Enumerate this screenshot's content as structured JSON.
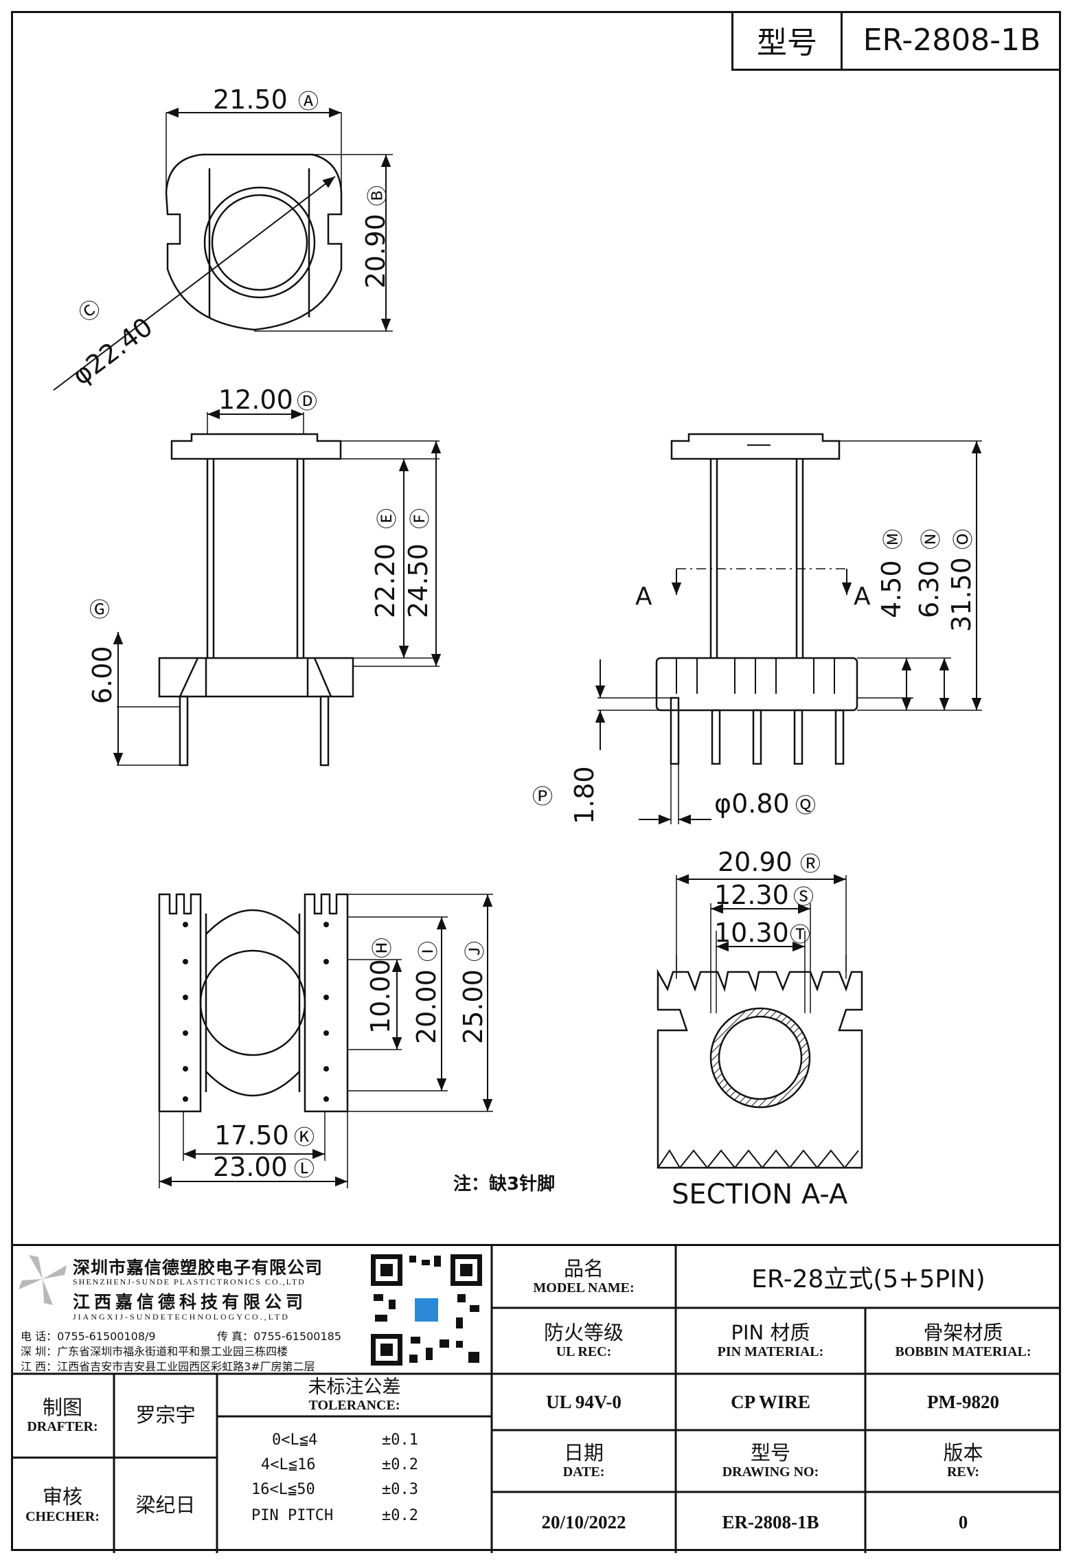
{
  "header": {
    "model_key": "型号",
    "model_value": "ER-2808-1B"
  },
  "dimensions": {
    "A": "21.50",
    "B": "20.90",
    "C": "φ22.40",
    "D": "12.00",
    "E": "22.20",
    "F": "24.50",
    "G": "6.00",
    "M": "4.50",
    "N": "6.30",
    "O": "31.50",
    "P": "1.80",
    "Q": "φ0.80",
    "R": "20.90",
    "S": "12.30",
    "T": "10.30",
    "H": "10.00",
    "I": "20.00",
    "J": "25.00",
    "K": "17.50",
    "L": "23.00"
  },
  "circled": {
    "A": "Ⓐ",
    "B": "Ⓑ",
    "C": "Ⓒ",
    "D": "Ⓓ",
    "E": "Ⓔ",
    "F": "Ⓕ",
    "G": "Ⓖ",
    "H": "Ⓗ",
    "I": "Ⓘ",
    "J": "Ⓙ",
    "K": "Ⓚ",
    "L": "Ⓛ",
    "M": "Ⓜ",
    "N": "Ⓝ",
    "O": "Ⓞ",
    "P": "Ⓟ",
    "Q": "Ⓠ",
    "R": "Ⓡ",
    "S": "Ⓢ",
    "T": "Ⓣ"
  },
  "section_marker": "A",
  "section_title": "SECTION A-A",
  "note": "注：缺3针脚",
  "company": {
    "name_cn_1": "深圳市嘉信德塑胶电子有限公司",
    "name_en_1": "SHENZHENJ-SUNDE PLASTICTRONICS CO.,LTD",
    "name_cn_2": "江西嘉信德科技有限公司",
    "name_en_2": "JIANGXIJ-SUNDETECHNOLOGYCO.,LTD",
    "phone": "电 话：0755-61500108/9",
    "fax": "传 真：0755-61500185",
    "addr_sz": "深 圳：广东省深圳市福永街道和平和景工业园三栋四楼",
    "addr_jx": "江 西：江西省吉安市吉安县工业园西区彩虹路3#厂房第二层"
  },
  "titleblock": {
    "model_name_cn": "品名",
    "model_name_en": "MODEL NAME:",
    "model_name_value": "ER-28立式(5+5PIN)",
    "ul_cn": "防火等级",
    "ul_en": "UL REC:",
    "ul_value": "UL 94V-0",
    "pin_cn": "PIN 材质",
    "pin_en": "PIN MATERIAL:",
    "pin_value": "CP WIRE",
    "bobbin_cn": "骨架材质",
    "bobbin_en": "BOBBIN MATERIAL:",
    "bobbin_value": "PM-9820",
    "drafter_cn": "制图",
    "drafter_en": "DRAFTER:",
    "drafter_value": "罗宗宇",
    "checker_cn": "审核",
    "checker_en": "CHECHER:",
    "checker_value": "梁纪日",
    "tolerance_cn": "未标注公差",
    "tolerance_en": "TOLERANCE:",
    "tolerances": [
      {
        "range": "0<L≦4",
        "tol": "±0.1"
      },
      {
        "range": "4<L≦16",
        "tol": "±0.2"
      },
      {
        "range": "16<L≦50",
        "tol": "±0.3"
      },
      {
        "range": "PIN PITCH",
        "tol": "±0.2"
      }
    ],
    "date_cn": "日期",
    "date_en": "DATE:",
    "date_value": "20/10/2022",
    "drawing_cn": "型号",
    "drawing_en": "DRAWING NO:",
    "drawing_value": "ER-2808-1B",
    "rev_cn": "版本",
    "rev_en": "REV:",
    "rev_value": "0"
  }
}
